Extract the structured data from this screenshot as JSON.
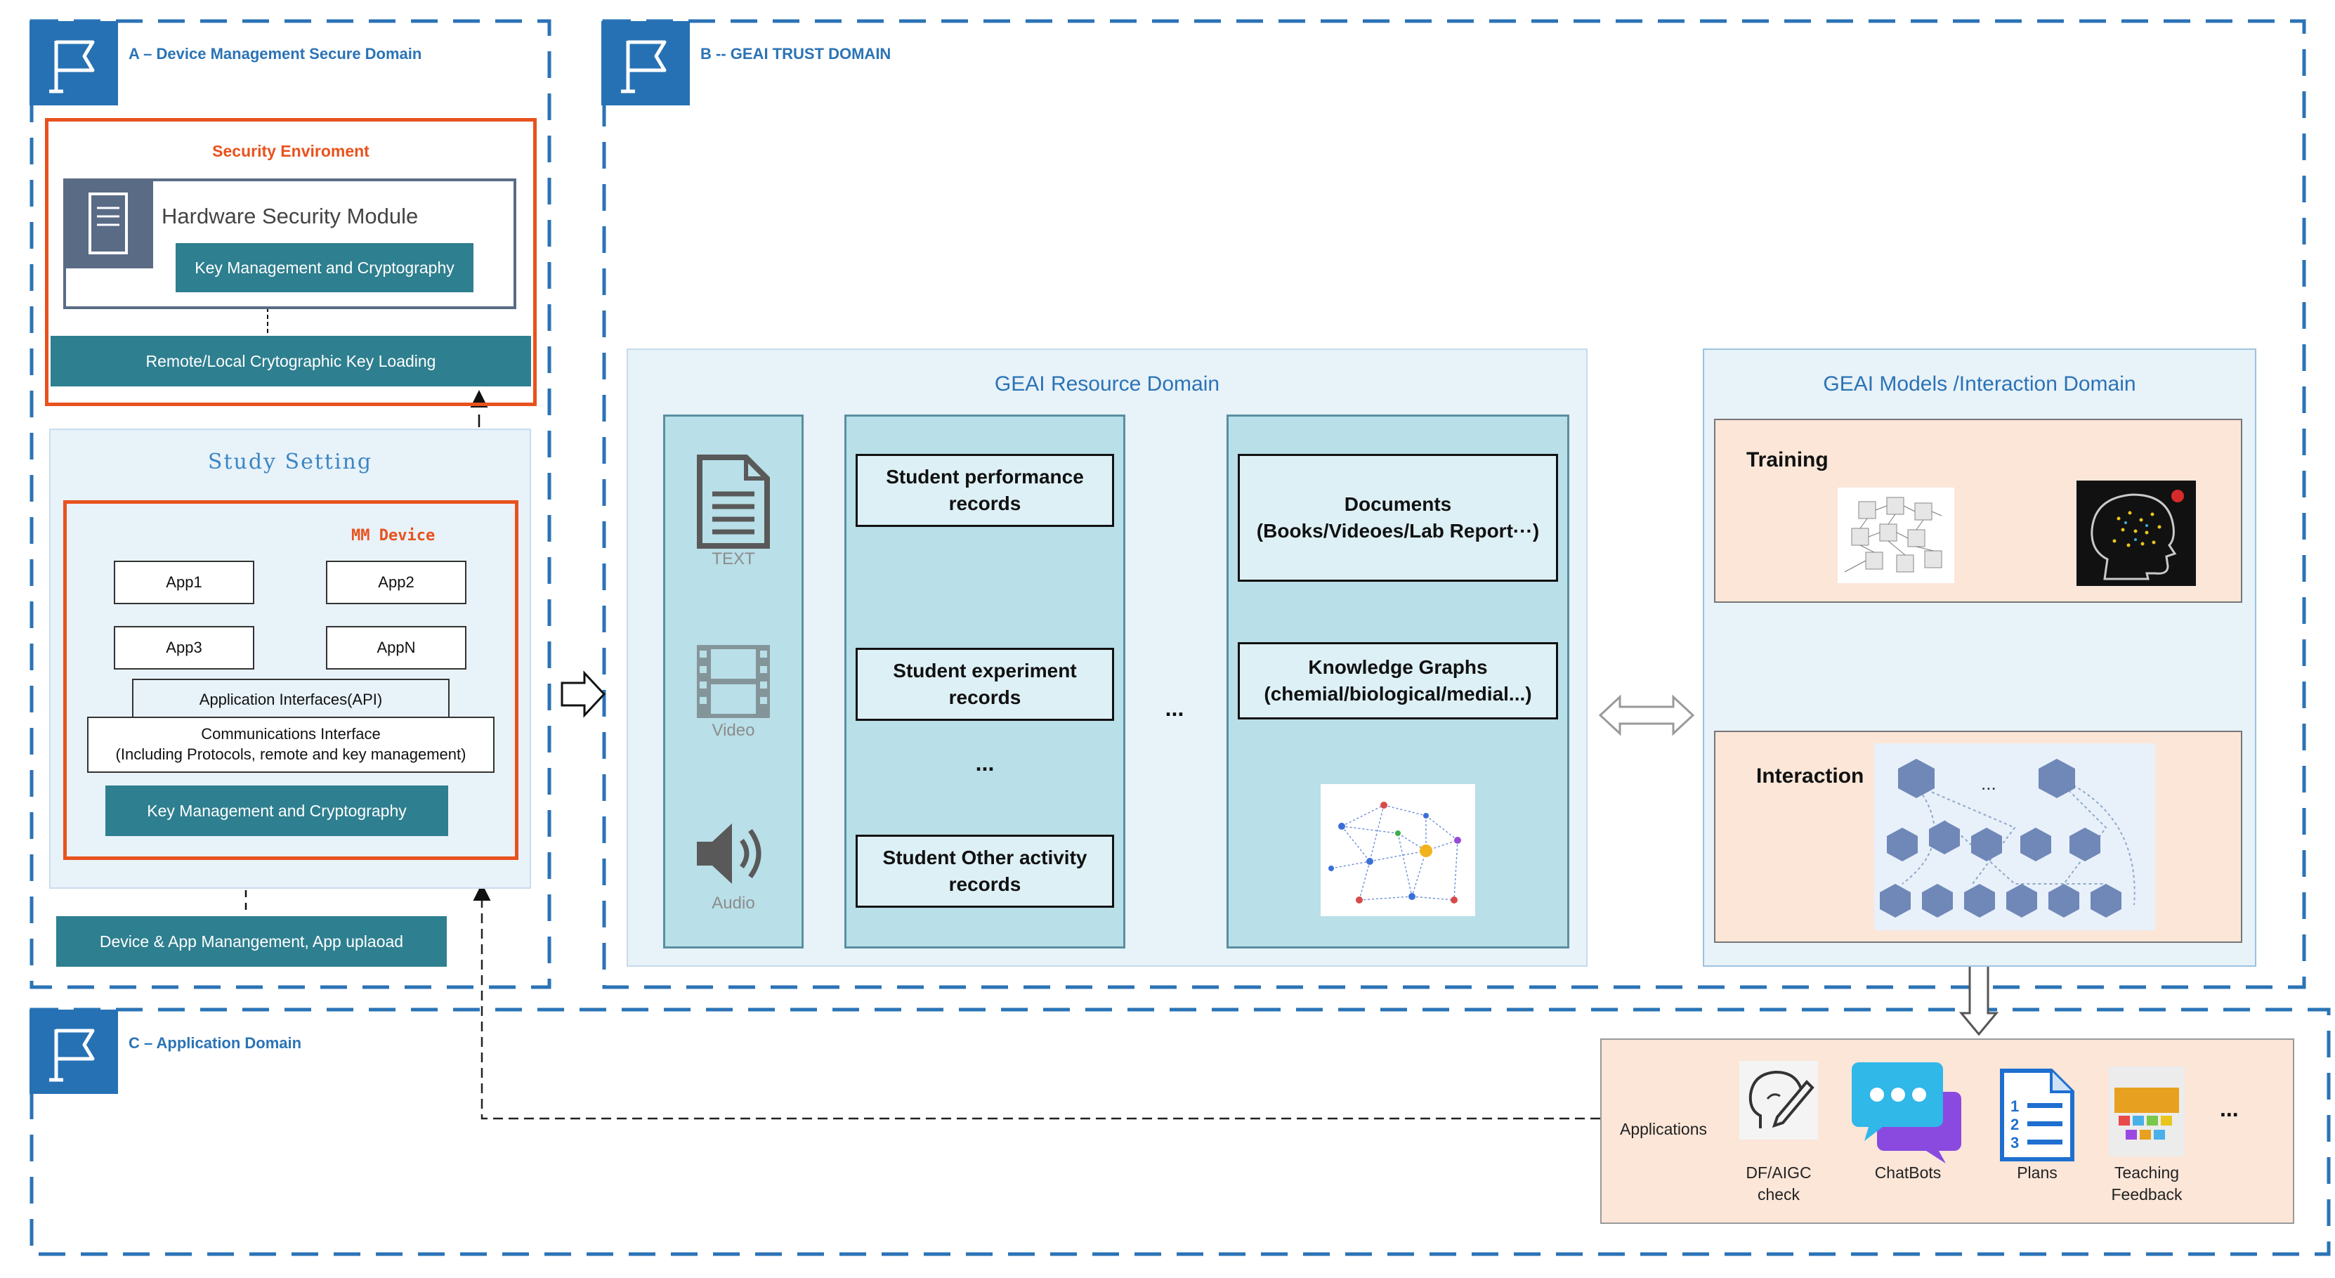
{
  "domains": {
    "a": {
      "label": "A – Device Management Secure Domain"
    },
    "b": {
      "label": "B -- GEAI TRUST DOMAIN"
    },
    "c": {
      "label": "C – Application Domain"
    }
  },
  "security": {
    "title": "Security Enviroment",
    "hsm_title": "Hardware Security Module",
    "hsm_key_mgmt": "Key Management and Cryptography",
    "key_loading": "Remote/Local Crytographic Key Loading"
  },
  "study": {
    "title": "Study Setting",
    "device_title": "MM Device",
    "apps": [
      "App1",
      "App2",
      "App3",
      "AppN"
    ],
    "api": "Application Interfaces(API)",
    "comm_line1": "Communications Interface",
    "comm_line2": "(Including Protocols, remote and key management)",
    "key_mgmt": "Key Management and Cryptography"
  },
  "device_mgmt": "Device & App Manangement, App uplaoad",
  "resource": {
    "title": "GEAI Resource Domain",
    "media": [
      "TEXT",
      "Video",
      "Audio"
    ],
    "records": [
      [
        "Student performance",
        "records"
      ],
      [
        "Student experiment",
        "records"
      ],
      [
        "Student Other activity",
        "records"
      ]
    ],
    "records_ellipsis": "...",
    "mid_ellipsis": "...",
    "documents_line1": "Documents",
    "documents_line2": "(Books/Videoes/Lab Report···)",
    "kg_line1": "Knowledge Graphs",
    "kg_line2": "(chemial/biological/medial...)"
  },
  "models": {
    "title": "GEAI Models /Interaction Domain",
    "training": "Training",
    "interaction": "Interaction",
    "interaction_ellipsis": "..."
  },
  "applications": {
    "label": "Applications",
    "items": [
      {
        "line1": "DF/AIGC",
        "line2": "check",
        "icon": "pen-head-icon"
      },
      {
        "line1": "ChatBots",
        "line2": "",
        "icon": "chat-bubbles-icon"
      },
      {
        "line1": "Plans",
        "line2": "",
        "icon": "numbered-list-icon"
      },
      {
        "line1": "Teaching",
        "line2": "Feedback",
        "icon": "feedback-board-icon"
      }
    ],
    "ellipsis": "..."
  },
  "colors": {
    "domain_blue": "#2b73b6",
    "security_orange": "#e8521e",
    "teal": "#2e7f8f",
    "panel_bg": "#e8f2f9",
    "column_bg": "#b9dfe8",
    "peach": "#fbe6d8"
  }
}
